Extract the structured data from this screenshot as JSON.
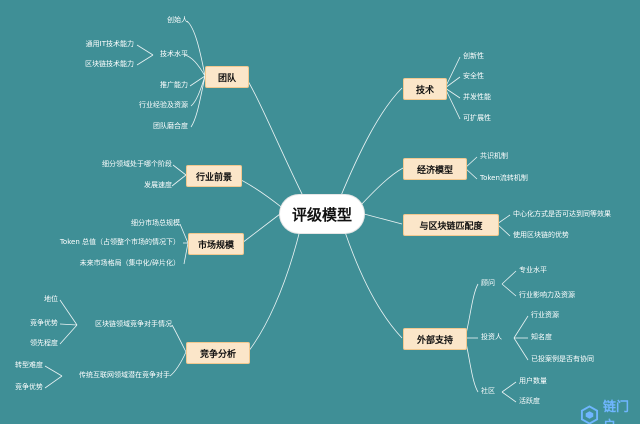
{
  "center": "评级模型",
  "branches": {
    "team": "团队",
    "industry": "行业前景",
    "market": "市场规模",
    "competition": "竞争分析",
    "tech": "技术",
    "economy": "经济模型",
    "blockchain_fit": "与区块链匹配度",
    "external": "外部支持"
  },
  "team_items": [
    "创始人",
    "技术水平",
    "推广能力",
    "行业经验及资源",
    "团队磨合度"
  ],
  "team_tech_items": [
    "通用IT技术能力",
    "区块链技术能力"
  ],
  "industry_items": [
    "细分领域处于哪个阶段",
    "发展速度"
  ],
  "market_items": [
    "细分市场总规模",
    "Token 总值（占领整个市场的情况下）",
    "未来市场格局（集中化/碎片化）"
  ],
  "competition_items": [
    "区块链领域竞争对手情况",
    "传统互联网领域潜在竞争对手"
  ],
  "competition_blockchain_items": [
    "地位",
    "竞争优势",
    "领先程度"
  ],
  "competition_traditional_items": [
    "转型难度",
    "竞争优势"
  ],
  "tech_items": [
    "创新性",
    "安全性",
    "并发性能",
    "可扩展性"
  ],
  "economy_items": [
    "共识机制",
    "Token流转机制"
  ],
  "blockchain_fit_items": [
    "中心化方式是否可达到同等效果",
    "使用区块链的优势"
  ],
  "external_items": [
    "顾问",
    "投资人",
    "社区"
  ],
  "advisor_items": [
    "专业水平",
    "行业影响力及资源"
  ],
  "investor_items": [
    "行业资源",
    "知名度",
    "已投案例是否有协同"
  ],
  "community_items": [
    "用户数量",
    "活跃度"
  ],
  "logo_text": "链门户",
  "colors": {
    "background": "#3f8f96",
    "box_fill": "#fbe6c9",
    "box_border": "#f2c88f",
    "line": "#ffffff"
  }
}
